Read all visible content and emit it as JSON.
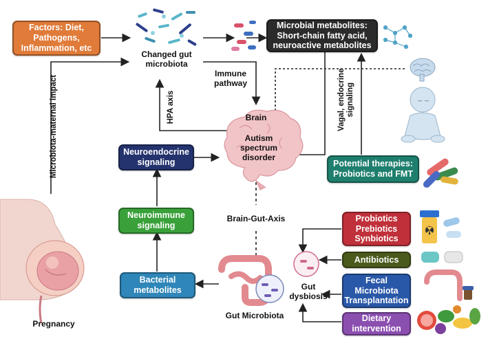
{
  "boxes": {
    "factors": "Factors: Diet,\nPathogens,\nInflammation, etc",
    "metabolites": "Microbial metabolites:\nShort-chain fatty acid,\nneuroactive metabolites",
    "neuroendocrine": "Neuroendocrine\nsignaling",
    "neuroimmune": "Neuroimmune\nsignaling",
    "bacterial": "Bacterial\nmetabolites",
    "therapies": "Potential therapies:\nProbiotics and FMT",
    "probiotics": "Probiotics\nPrebiotics\nSynbiotics",
    "antibiotics": "Antibiotics",
    "fmt": "Fecal\nMicrobiota\nTransplantation",
    "dietary": "Dietary\nintervention"
  },
  "labels": {
    "changed_gut": "Changed gut\nmicrobiota",
    "immune": "Immune\npathway",
    "brain": "Brain",
    "asd": "Autism\nspectrum\ndisorder",
    "hpa": "HPA axis",
    "vagal": "Vagal, endocrine\nsignaling",
    "maternal": "Microbiota-maternal impact",
    "bga": "Brain-Gut-Axis",
    "gut_dysbiosis": "Gut\ndysbiosis",
    "gut_microbiota": "Gut Microbiota",
    "pregnancy": "Pregnancy"
  },
  "colors": {
    "factors": "#e07b39",
    "metabolites": "#2b2b2b",
    "neuroendocrine": "#24336e",
    "neuroimmune": "#3aa13a",
    "bacterial": "#2f86b8",
    "therapies": "#1f7f6e",
    "probiotics": "#c0303a",
    "antibiotics": "#4a5a1c",
    "fmt": "#2a58a8",
    "dietary": "#8b4fb0"
  },
  "icons": [
    "bacteria-cluster-icon",
    "microbes-icon",
    "molecule-network-icon",
    "brain-icon",
    "baby-icon",
    "capsules-icon",
    "pill-bottle-icon",
    "pills-icon",
    "intestine-icon",
    "microbiome-circle-icon",
    "stool-sample-icon",
    "fruits-vegetables-icon",
    "pregnant-woman-icon"
  ]
}
